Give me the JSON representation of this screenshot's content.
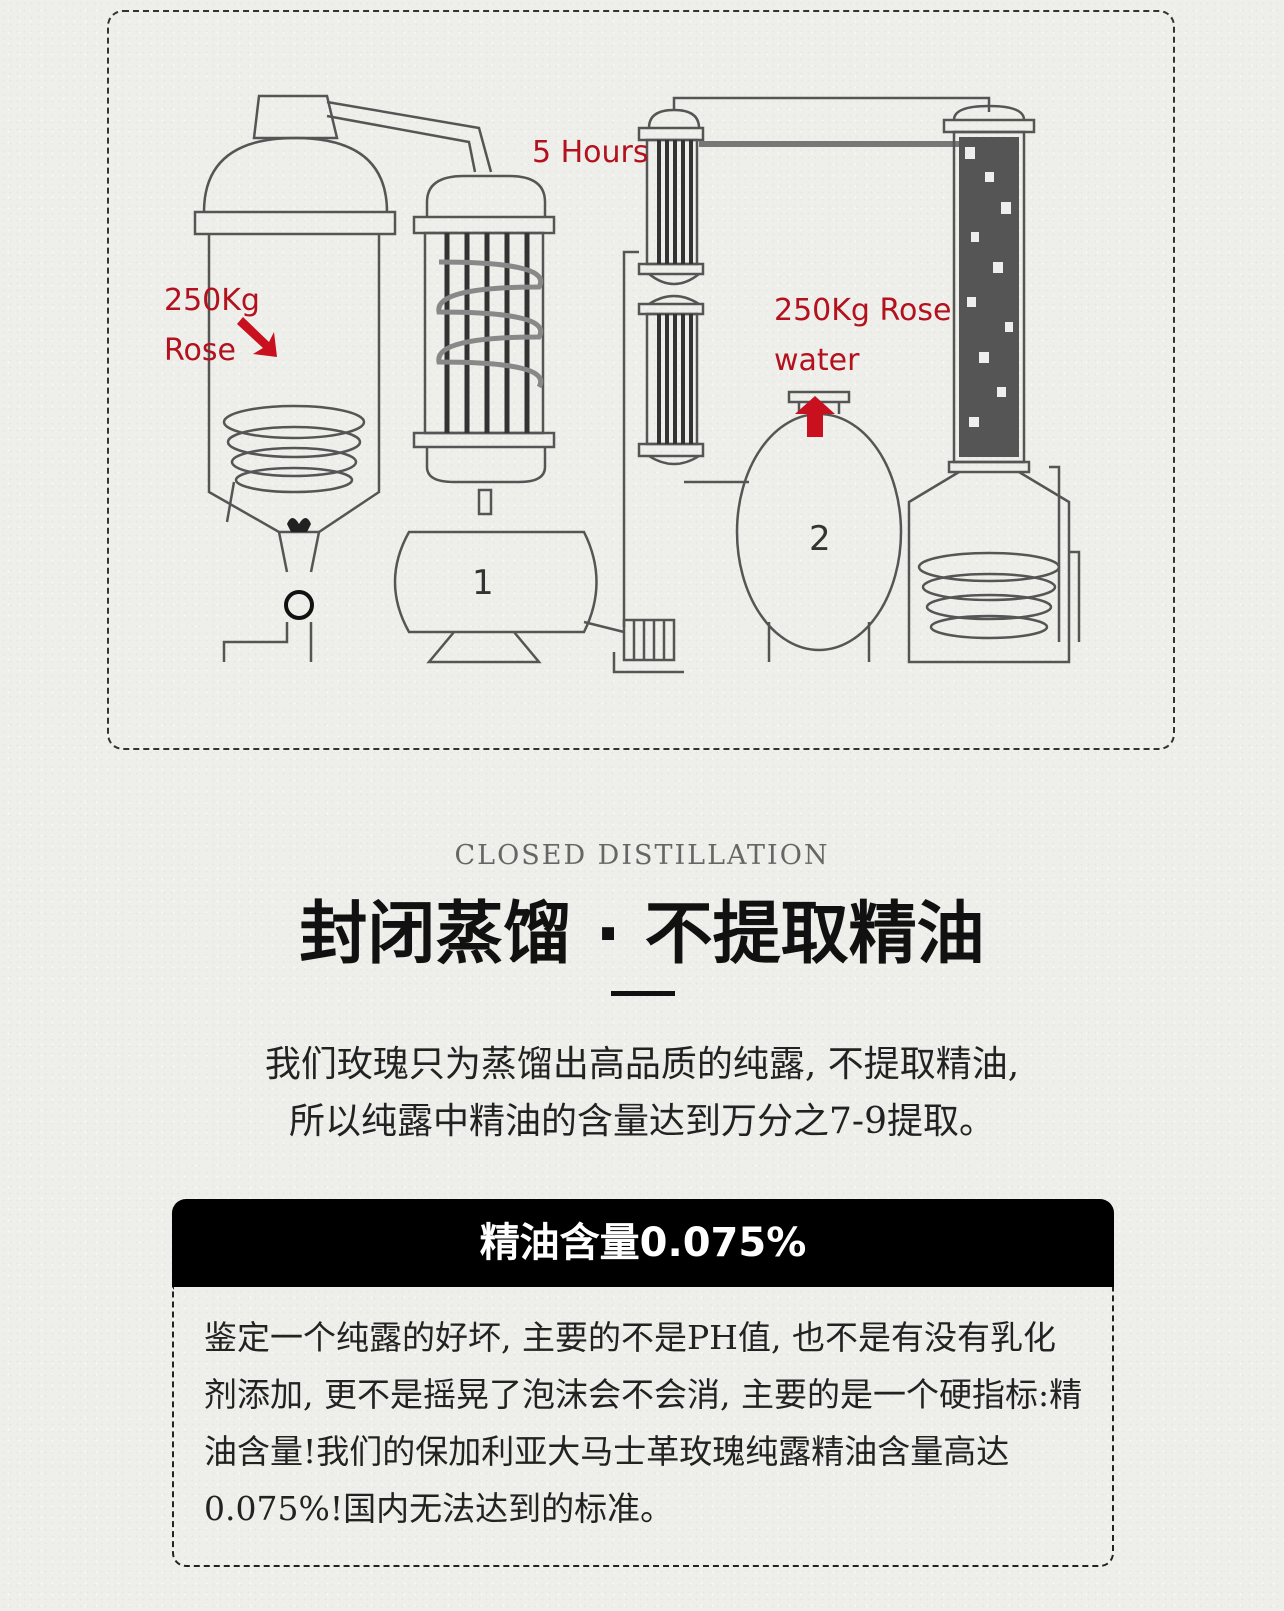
{
  "diagram": {
    "label_time": "5 Hours",
    "label_rose_amount": "250Kg",
    "label_rose": "Rose",
    "label_water_amount": "250Kg Rose",
    "label_water": "water",
    "tank_1": "1",
    "tank_2": "2",
    "accent_color": "#c8101e"
  },
  "section": {
    "subtitle": "CLOSED DISTILLATION",
    "title": "封闭蒸馏 · 不提取精油",
    "intro_line1": "我们玫瑰只为蒸馏出高品质的纯露, 不提取精油,",
    "intro_line2": "所以纯露中精油的含量达到万分之7-9提取。"
  },
  "card": {
    "heading": "精油含量0.075%",
    "body": "鉴定一个纯露的好坏, 主要的不是PH值, 也不是有没有乳化剂添加, 更不是摇晃了泡沫会不会消, 主要的是一个硬指标:精油含量!我们的保加利亚大马士革玫瑰纯露精油含量高达0.075%!国内无法达到的标准。"
  }
}
